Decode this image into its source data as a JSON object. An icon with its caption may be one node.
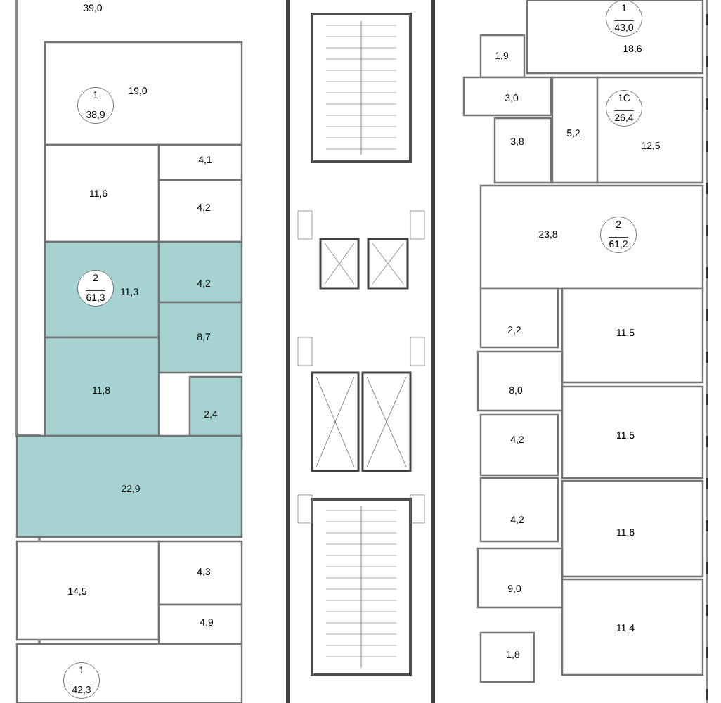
{
  "diagram": {
    "nodes": [
      {
        "text": [
          "19,0"
        ]
      },
      {
        "text": [
          "1",
          "38,9"
        ],
        "in": 0
      },
      {
        "text": [
          "11,6"
        ]
      },
      {
        "text": [
          "4,1"
        ]
      },
      {
        "text": [
          "4,2"
        ]
      },
      {
        "text": [
          "11,3"
        ]
      },
      {
        "text": [
          "2",
          "61,3"
        ],
        "in": 5
      },
      {
        "text": [
          "4,2"
        ]
      },
      {
        "text": [
          "8,7"
        ]
      },
      {
        "text": [
          "11,8"
        ]
      },
      {
        "text": [
          "2,4"
        ]
      },
      {
        "text": [
          "22,9"
        ]
      },
      {
        "text": [
          "14,5"
        ]
      },
      {
        "text": [
          "4,3"
        ]
      },
      {
        "text": [
          "4,9"
        ]
      },
      {
        "text": [],
        "shape": "box"
      },
      {
        "text": [
          "1",
          "42,3"
        ],
        "in": 15
      },
      {
        "text": [
          "18,6"
        ]
      },
      {
        "text": [
          "1",
          "43,0"
        ],
        "in": 17
      },
      {
        "text": [
          "1,9"
        ]
      },
      {
        "text": [
          "3,0"
        ]
      },
      {
        "text": [
          "3,8"
        ]
      },
      {
        "text": [
          "5,2"
        ]
      },
      {
        "text": [
          "12,5"
        ]
      },
      {
        "text": [
          "1С",
          "26,4"
        ],
        "in": 23
      },
      {
        "text": [
          "23,8"
        ]
      },
      {
        "text": [
          "2",
          "61,2"
        ],
        "in": 25
      },
      {
        "text": [
          "2,2"
        ]
      },
      {
        "text": [
          "11,5"
        ]
      },
      {
        "text": [
          "8,0"
        ]
      },
      {
        "text": [
          "4,2"
        ]
      },
      {
        "text": [
          "11,5"
        ]
      },
      {
        "text": [
          "4,2"
        ]
      },
      {
        "text": [
          "11,6"
        ]
      },
      {
        "text": [
          "9,0"
        ]
      },
      {
        "text": [
          "11,4"
        ]
      },
      {
        "text": [
          "1,8"
        ]
      }
    ],
    "labels": [
      "39,0"
    ]
  }
}
